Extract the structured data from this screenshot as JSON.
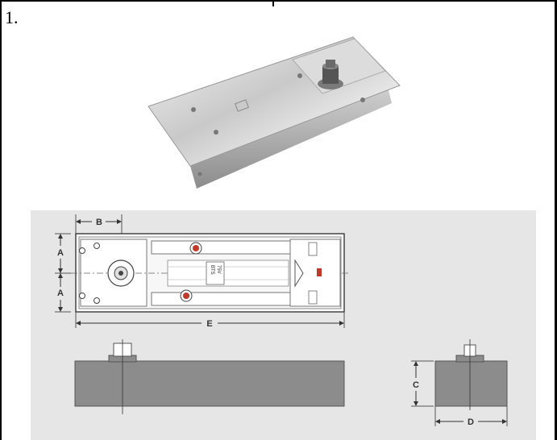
{
  "item_number": "1.",
  "drawing": {
    "dim_a_upper": "A",
    "dim_a_lower": "A",
    "dim_b": "B",
    "dim_c": "C",
    "dim_d": "D",
    "dim_e": "E"
  },
  "plate_marking": {
    "line1": "BTS",
    "line2": "75V"
  }
}
